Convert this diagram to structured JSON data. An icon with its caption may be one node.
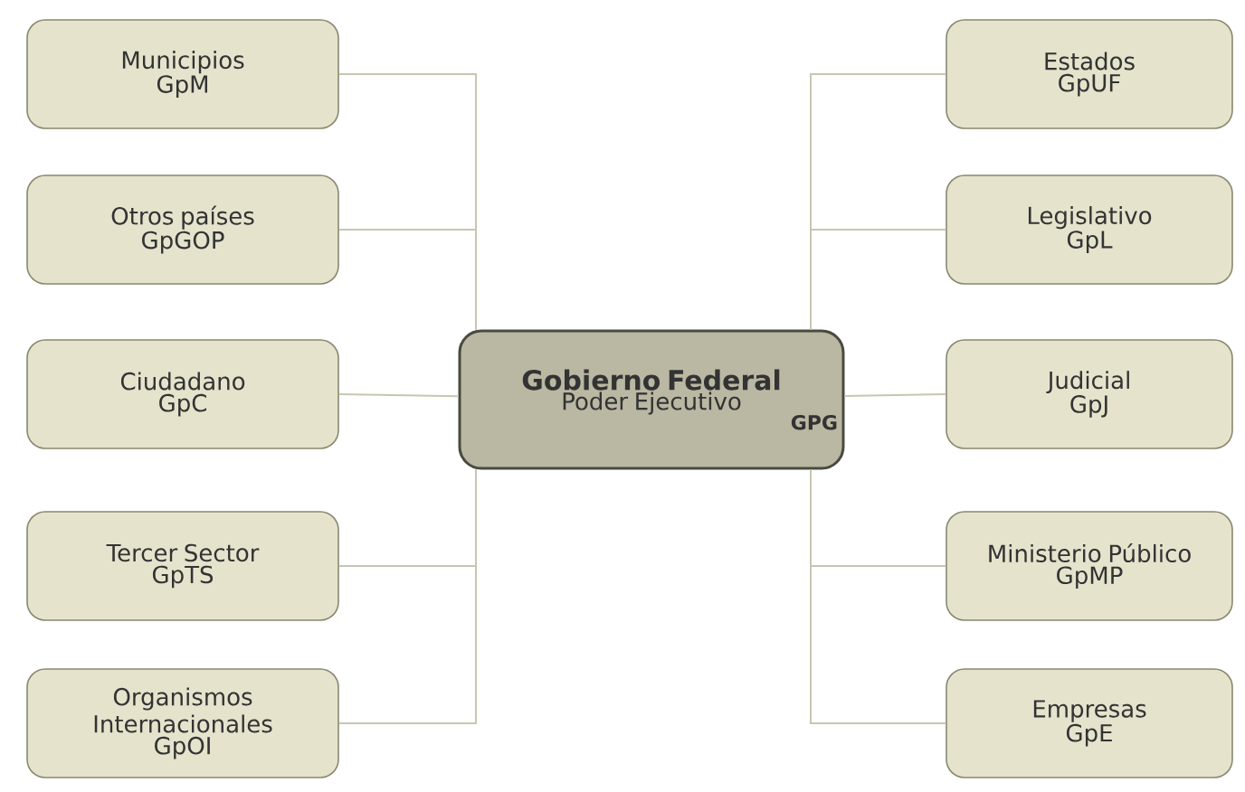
{
  "diagram": {
    "nodes": [
      {
        "text": [
          "Gobierno Federal",
          "Poder Ejecutivo",
          "GPG"
        ]
      },
      {
        "text": [
          "Municipios",
          "GpM"
        ]
      },
      {
        "text": [
          "Otros países",
          "GpGOP"
        ]
      },
      {
        "text": [
          "Ciudadano",
          "GpC"
        ]
      },
      {
        "text": [
          "Tercer Sector",
          "GpTS"
        ]
      },
      {
        "text": [
          "Organismos Internacionales",
          "GpOI"
        ]
      },
      {
        "text": [
          "Estados",
          "GpUF"
        ]
      },
      {
        "text": [
          "Legislativo",
          "GpL"
        ]
      },
      {
        "text": [
          "Judicial",
          "GpJ"
        ]
      },
      {
        "text": [
          "Ministerio Público",
          "GpMP"
        ]
      },
      {
        "text": [
          "Empresas",
          "GpE"
        ]
      }
    ],
    "edges": [
      {
        "from": 0,
        "to": 1,
        "arrow": "none"
      },
      {
        "from": 0,
        "to": 2,
        "arrow": "none"
      },
      {
        "from": 0,
        "to": 3,
        "arrow": "none"
      },
      {
        "from": 0,
        "to": 4,
        "arrow": "none"
      },
      {
        "from": 0,
        "to": 5,
        "arrow": "none"
      },
      {
        "from": 0,
        "to": 6,
        "arrow": "none"
      },
      {
        "from": 0,
        "to": 7,
        "arrow": "none"
      },
      {
        "from": 0,
        "to": 8,
        "arrow": "none"
      },
      {
        "from": 0,
        "to": 9,
        "arrow": "none"
      },
      {
        "from": 0,
        "to": 10,
        "arrow": "none"
      }
    ]
  }
}
